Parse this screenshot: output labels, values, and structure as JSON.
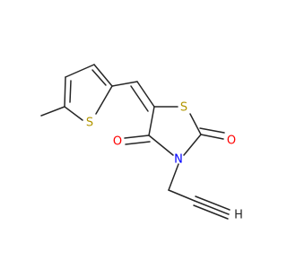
{
  "molecule": {
    "atoms": {
      "s_thiophene": "S",
      "s_thiazolidine": "S",
      "o_c4": "O",
      "o_c2": "O",
      "n3": "N",
      "h_terminal": "H"
    },
    "colors": {
      "bond": "#262626",
      "sulfur": "#b29600",
      "oxygen": "#ff0000",
      "nitrogen": "#0000ff",
      "hydrogen": "#262626"
    }
  }
}
